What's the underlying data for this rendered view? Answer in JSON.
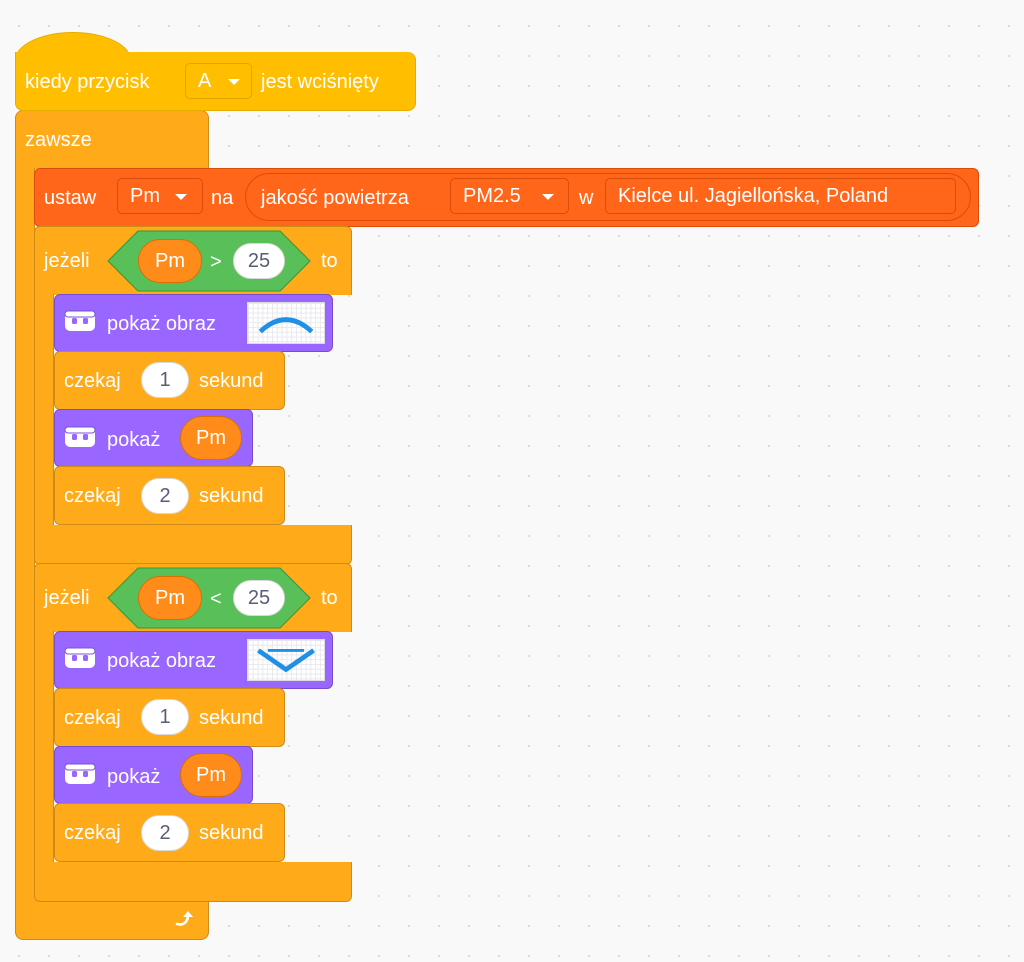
{
  "hat": {
    "label_when": "kiedy przycisk",
    "button_value": "A",
    "label_pressed": "jest wciśnięty"
  },
  "forever": {
    "label": "zawsze"
  },
  "set_block": {
    "label_set": "ustaw",
    "variable": "Pm",
    "label_to": "na",
    "reporter_label": "jakość powietrza",
    "metric": "PM2.5",
    "label_in": "w",
    "location": "Kielce ul. Jagiellońska, Poland"
  },
  "if_blocks": [
    {
      "label_if": "jeżeli",
      "variable": "Pm",
      "operator": ">",
      "threshold": "25",
      "label_then": "to",
      "show_image_label": "pokaż obraz",
      "image_icon": "frown-mouth-matrix",
      "wait_1": {
        "label": "czekaj",
        "value": "1",
        "unit": "sekund"
      },
      "show_label": "pokaż",
      "show_variable": "Pm",
      "wait_2": {
        "label": "czekaj",
        "value": "2",
        "unit": "sekund"
      }
    },
    {
      "label_if": "jeżeli",
      "variable": "Pm",
      "operator": "<",
      "threshold": "25",
      "label_then": "to",
      "show_image_label": "pokaż obraz",
      "image_icon": "smile-mouth-matrix",
      "wait_1": {
        "label": "czekaj",
        "value": "1",
        "unit": "sekund"
      },
      "show_label": "pokaż",
      "show_variable": "Pm",
      "wait_2": {
        "label": "czekaj",
        "value": "2",
        "unit": "sekund"
      }
    }
  ],
  "loop_icon": "loop-arrow-icon",
  "colors": {
    "events": "#FFBF00",
    "control": "#FFAB19",
    "extension": "#FF661A",
    "variables": "#FF8C1A",
    "operators": "#59C059",
    "looks": "#9966FF",
    "matrix_led": "#1E90E6"
  }
}
